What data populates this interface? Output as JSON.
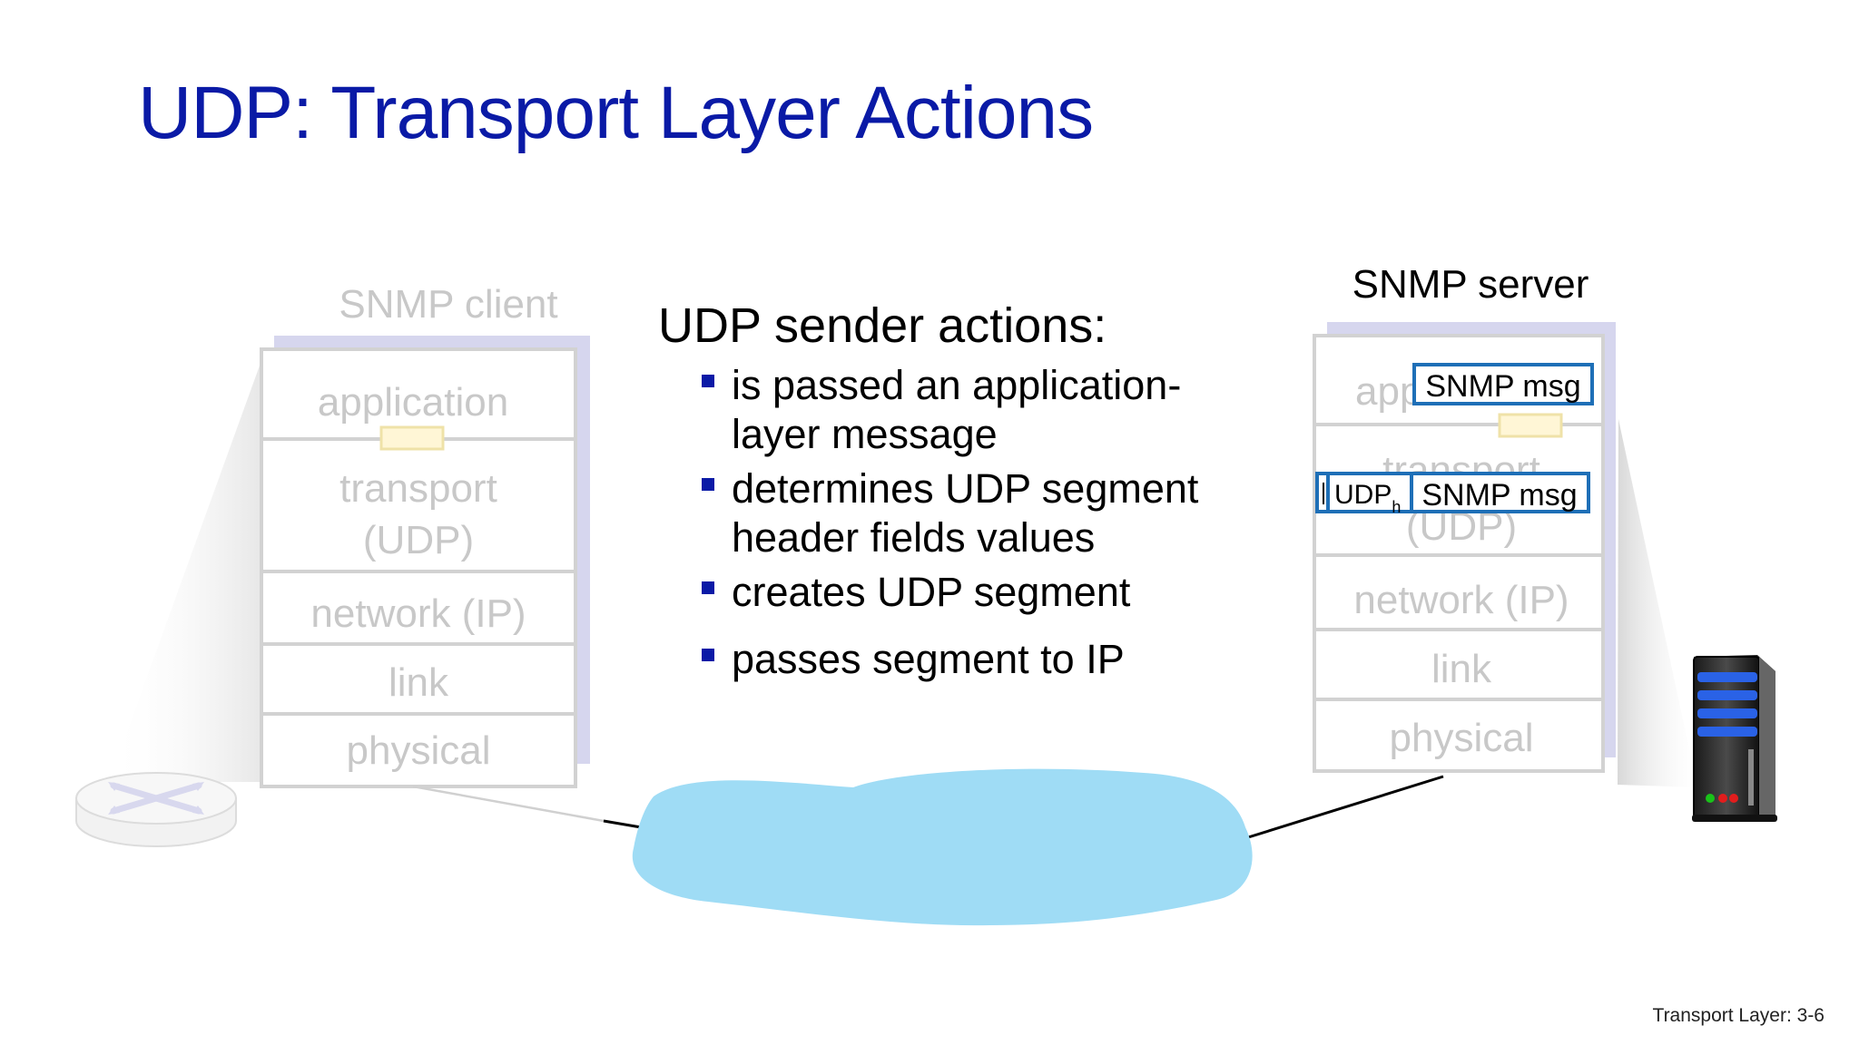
{
  "title": "UDP: Transport Layer Actions",
  "client": {
    "label": "SNMP client",
    "layers": [
      "application",
      "transport",
      "(UDP)",
      "network (IP)",
      "link",
      "physical"
    ]
  },
  "server": {
    "label": "SNMP server",
    "layers": [
      "app",
      "transport",
      "(UDP)",
      "network (IP)",
      "link",
      "physical"
    ],
    "app_msg": "SNMP msg",
    "udp_header": "UDP",
    "udp_header_sub": "h",
    "udp_msg": "SNMP msg"
  },
  "sender": {
    "heading": "UDP sender actions:",
    "bullets": [
      "is passed an application-layer message",
      "determines UDP segment header fields values",
      "creates UDP segment",
      "passes segment to IP"
    ],
    "bullet_lines": [
      [
        "is passed an application-",
        "layer message"
      ],
      [
        "determines UDP segment",
        "header fields values"
      ],
      [
        "creates UDP segment"
      ],
      [
        "passes segment to IP"
      ]
    ]
  },
  "footer": "Transport Layer: 3-6",
  "colors": {
    "title": "#0a1aa6",
    "faded_text": "#c8c8c8",
    "stack_shadow": "#d6d6ee",
    "box_outline": "#1e6fb7",
    "cloud": "#9fdcf5"
  },
  "icons": [
    "router-icon",
    "server-icon",
    "network-cloud-icon"
  ]
}
